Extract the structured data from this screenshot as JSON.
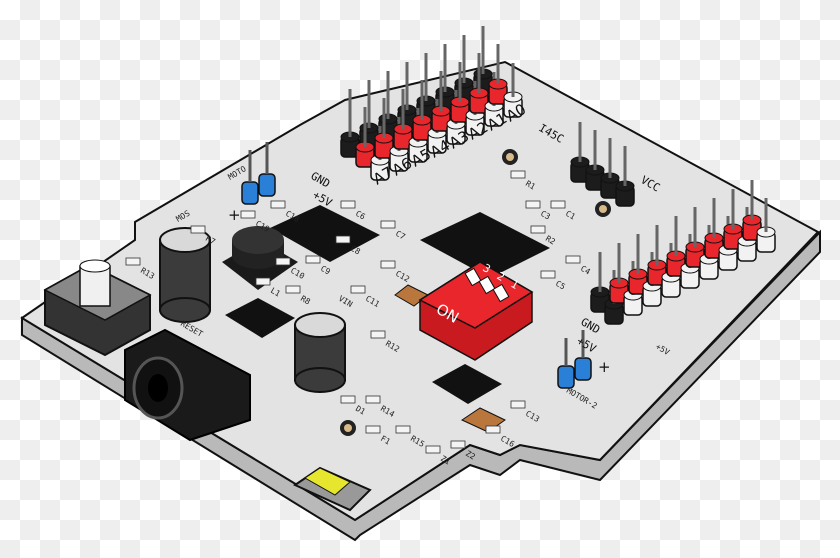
{
  "board": {
    "colors": {
      "pcb": "#e3e3e3",
      "edge": "#b9b9b9",
      "header_red": "#e8262b",
      "header_white": "#f2f2f2",
      "header_black": "#1c1c1c",
      "jumper_blue": "#2a7fd6",
      "dip_switch": "#e8262b",
      "crystal": "#b9773e"
    },
    "analog_labels": [
      "A0",
      "A1",
      "A2",
      "A3",
      "A4",
      "A5",
      "A6",
      "A7"
    ],
    "power_labels": {
      "gnd": "GND",
      "plus5v": "+5V"
    },
    "i2c_label": "I45C",
    "vcc_label": "VCC",
    "reset_label": "RESET",
    "vin_label": "VIN",
    "motor1_label": "MOTO",
    "motor2_label": "MOTOR-2",
    "plus_sign": "+",
    "mos_label": "MOS",
    "right_gnd": "GND",
    "right_5v": "+5V",
    "right_5v_2": "+5V",
    "dip": {
      "on_label": "ON",
      "numbers": [
        "3",
        "2",
        "1"
      ]
    },
    "components": [
      "R1",
      "R2",
      "C1",
      "C3",
      "C4",
      "C5",
      "C6",
      "C7",
      "C8",
      "C9",
      "C10",
      "C11",
      "C12",
      "C13",
      "C16",
      "C18",
      "C19",
      "R7",
      "R8",
      "R12",
      "R13",
      "R14",
      "R15",
      "L1",
      "D1",
      "Z1",
      "Z2",
      "F1"
    ]
  }
}
